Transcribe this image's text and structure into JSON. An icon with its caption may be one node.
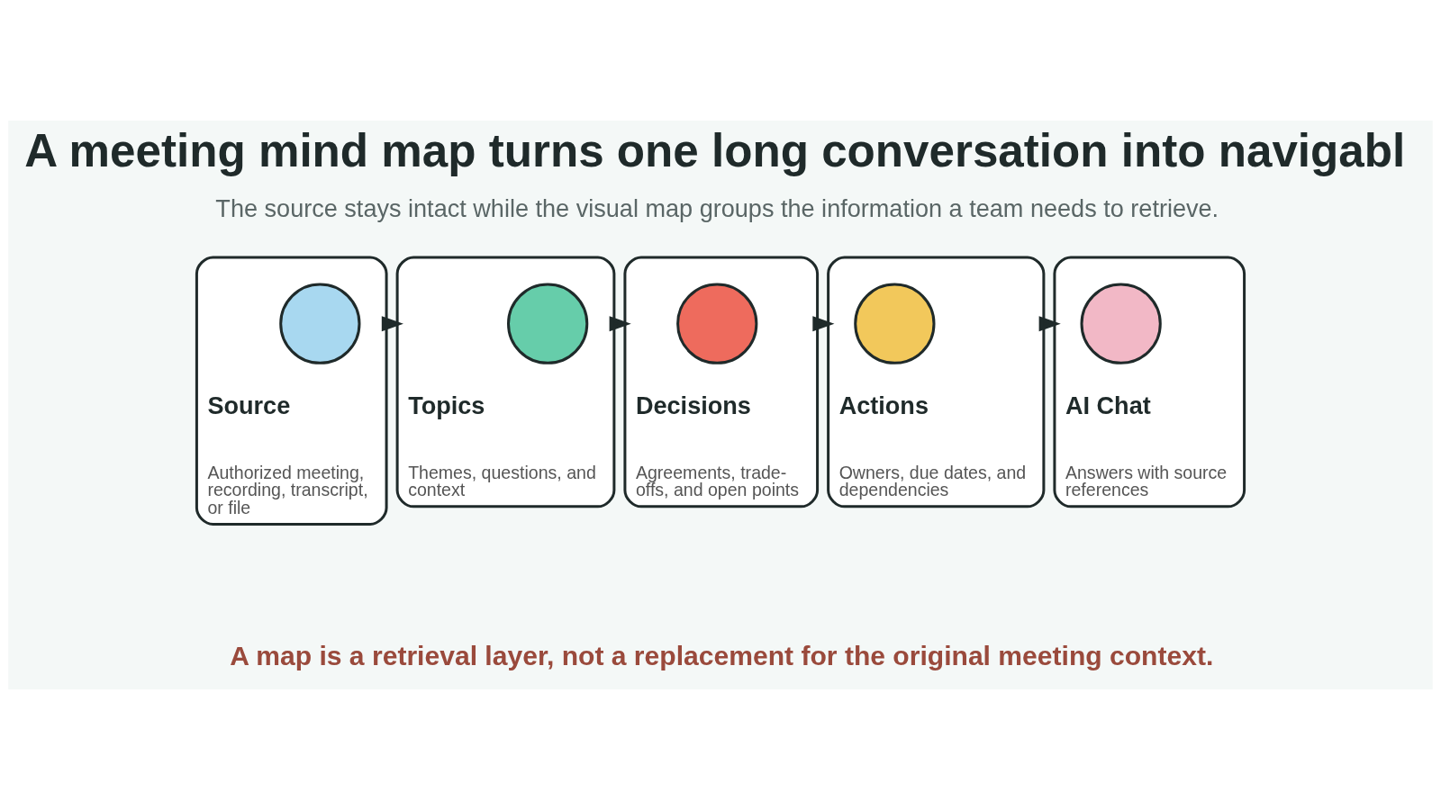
{
  "diagram": {
    "title": "A meeting mind map turns one long conversation into navigabl",
    "nodes": [
      {
        "text": [
          "Source",
          "Authorized meeting, recording, transcript, or file"
        ]
      },
      {
        "text": [],
        "shape": "circle",
        "in": 0
      },
      {
        "text": [
          "Topics",
          "Themes, questions, and context"
        ]
      },
      {
        "text": [],
        "shape": "circle",
        "in": 2
      },
      {
        "text": [
          "Decisions",
          "Agreements, trade-offs, and open points"
        ]
      },
      {
        "text": [],
        "shape": "circle",
        "in": 4
      },
      {
        "text": [
          "Actions",
          "Owners, due dates, and dependencies"
        ]
      },
      {
        "text": [],
        "shape": "circle",
        "in": 6
      },
      {
        "text": [
          "AI Chat",
          "Answers with source references"
        ]
      },
      {
        "text": [],
        "shape": "circle",
        "in": 8
      }
    ],
    "edges": [
      {
        "from": 0,
        "to": 2,
        "arrow": "to"
      },
      {
        "from": 2,
        "to": 4,
        "arrow": "to"
      },
      {
        "from": 4,
        "to": 6,
        "arrow": "to"
      },
      {
        "from": 6,
        "to": 8,
        "arrow": "to"
      }
    ],
    "labels": [
      "The source stays intact while the visual map groups the information a team needs to retrieve.",
      "A map is a retrieval layer, not a replacement for the original meeting context."
    ]
  }
}
